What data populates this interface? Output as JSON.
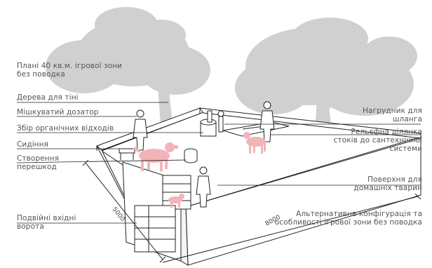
{
  "labels": {
    "plan": "Плані 40 кв.м. ігрової зони\nбез поводка",
    "shade_trees": "Дерева для тіні",
    "bag_dispenser": "Мішкуватий дозатор",
    "organic_waste": "Збір органічних відходів",
    "seating": "Сидіння",
    "obstacles": "Створення\nперешкод",
    "double_gates": "Подвійні вхідні\nворота",
    "hose_bib": "Нагрудник для\nшланга",
    "relief_area": "Рельєфна ділянка\nстоків до сантехнічної\nсистеми",
    "pet_surface": "Поверхня для\nдомашніх тварин",
    "alt_config": "Альтернативна конфігурація та\nособливості ігрової зони без поводка"
  },
  "dimensions": {
    "width": "5000",
    "length": "8000"
  },
  "colors": {
    "tree": "#cfcfcf",
    "dog": "#f2b4b9",
    "line": "#222222",
    "text": "#555555"
  }
}
